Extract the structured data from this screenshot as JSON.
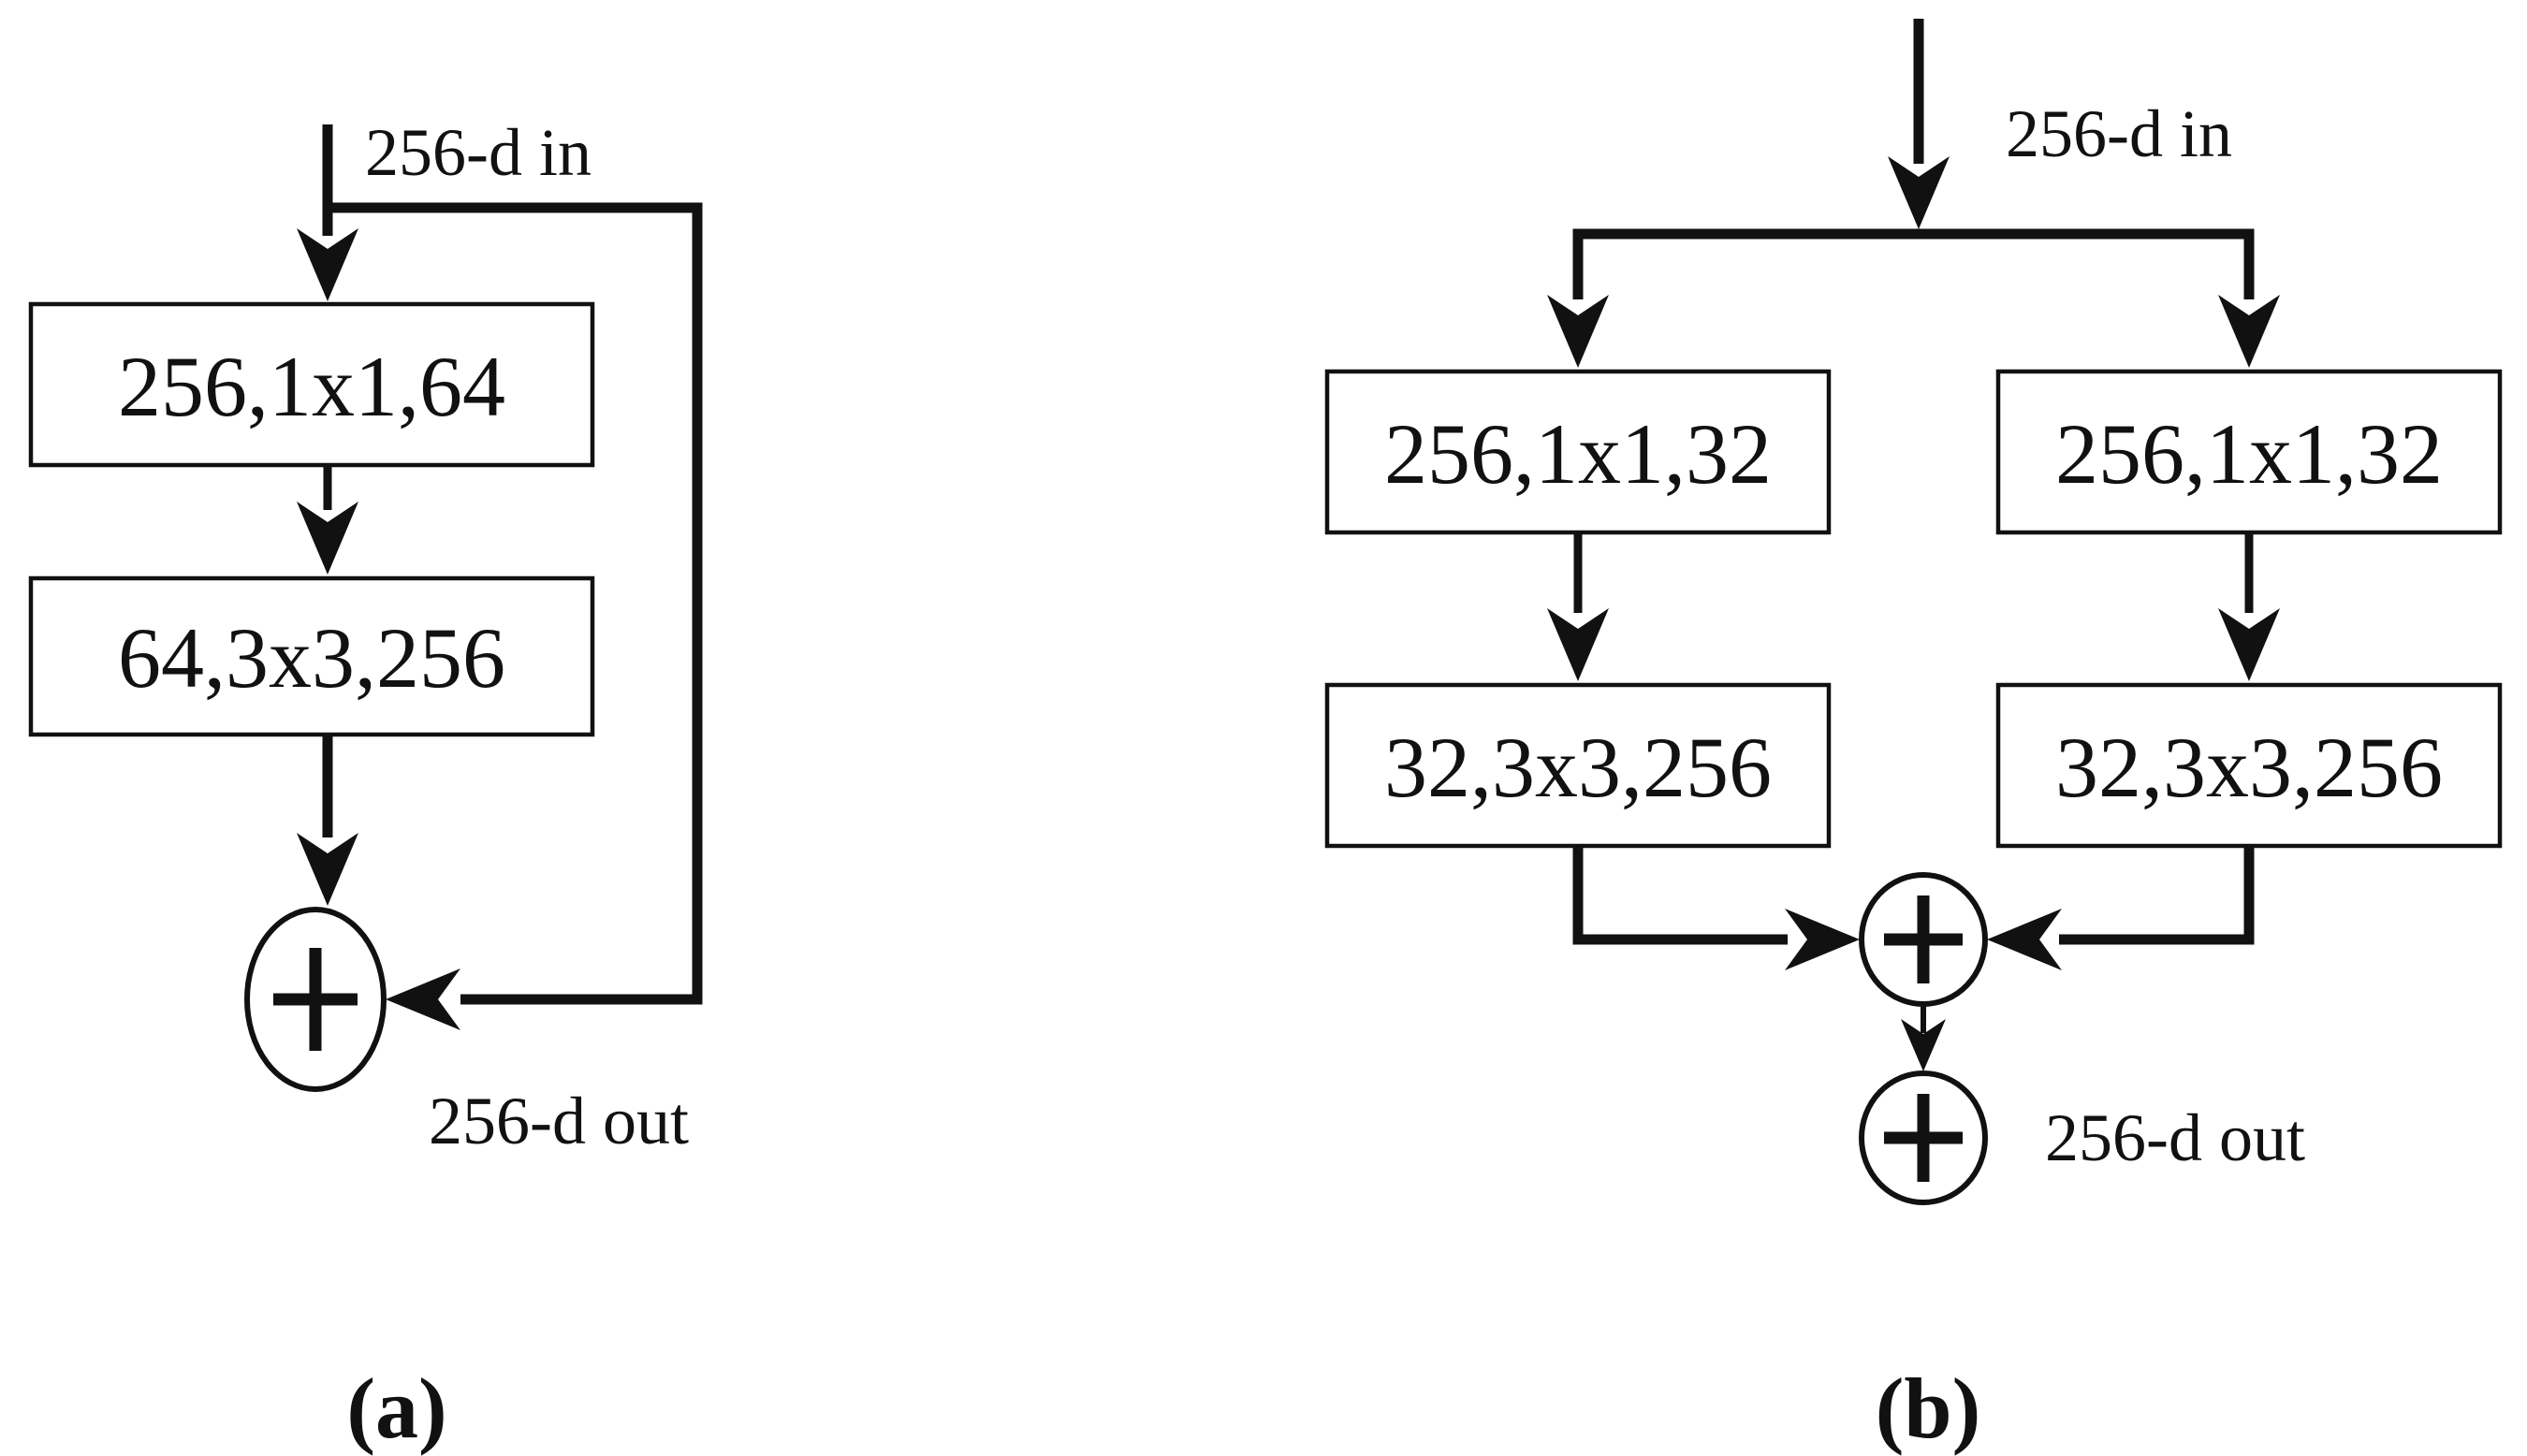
{
  "figure": {
    "colors": {
      "ink": "#111111",
      "background": "#ffffff"
    },
    "panel_a": {
      "caption": "(a)",
      "input_label": "256-d in",
      "output_label": "256-d out",
      "sum_symbol": "+",
      "boxes": [
        {
          "label": "256,1x1,64"
        },
        {
          "label": "64,3x3,256"
        }
      ]
    },
    "panel_b": {
      "caption": "(b)",
      "input_label": "256-d in",
      "output_label": "256-d out",
      "sum_symbol": "+",
      "branches": [
        {
          "boxes": [
            {
              "label": "256,1x1,32"
            },
            {
              "label": "32,3x3,256"
            }
          ]
        },
        {
          "boxes": [
            {
              "label": "256,1x1,32"
            },
            {
              "label": "32,3x3,256"
            }
          ]
        }
      ]
    }
  }
}
